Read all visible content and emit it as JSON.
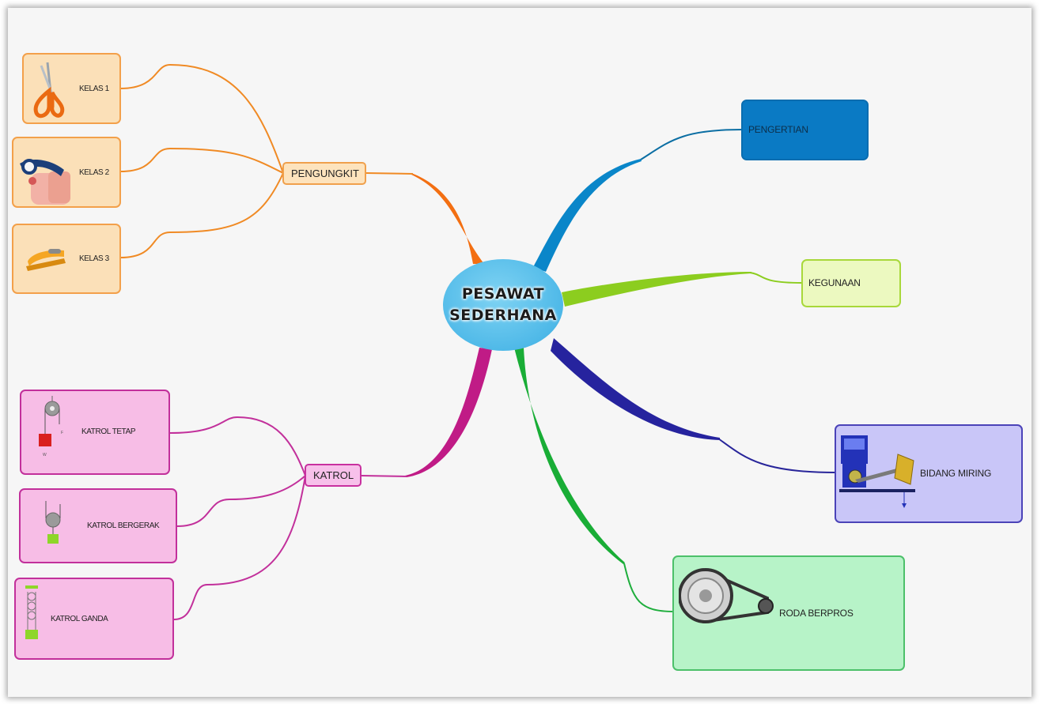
{
  "center": {
    "line1": "PESAWAT",
    "line2": "SEDERHANA"
  },
  "pengungkit": {
    "label": "PENGUNGKIT",
    "children": [
      {
        "label": "KELAS 1",
        "icon": "scissors-icon"
      },
      {
        "label": "KELAS 2",
        "icon": "bottle-opener-icon"
      },
      {
        "label": "KELAS 3",
        "icon": "stapler-icon"
      }
    ]
  },
  "katrol": {
    "label": "KATROL",
    "children": [
      {
        "label": "KATROL TETAP",
        "icon": "fixed-pulley-icon"
      },
      {
        "label": "KATROL BERGERAK",
        "icon": "movable-pulley-icon"
      },
      {
        "label": "KATROL GANDA",
        "icon": "compound-pulley-icon"
      }
    ]
  },
  "pengertian": {
    "label": "PENGERTIAN"
  },
  "kegunaan": {
    "label": "KEGUNAAN"
  },
  "bidang_miring": {
    "label": "BIDANG MIRING",
    "icon": "inclined-plane-icon"
  },
  "roda_berpros": {
    "label": "RODA BERPROS",
    "icon": "chain-wheel-icon"
  },
  "colors": {
    "orange": "#f08a24",
    "pink": "#c2309b",
    "blue": "#0a86c9",
    "lime": "#9ad22b",
    "navy": "#28259a",
    "green": "#1fae3d"
  }
}
